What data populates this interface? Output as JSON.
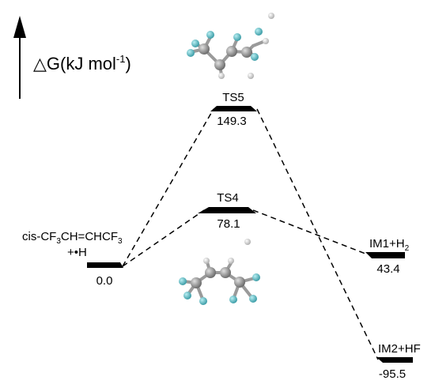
{
  "axis": {
    "label_delta": "△G(kJ mol",
    "label_sup": "-1",
    "label_close": ")"
  },
  "levels": [
    {
      "id": "reactant",
      "label_line1": "cis-CF",
      "label_line1_parts": [
        "cis-CF",
        "3",
        "CH=CHCF",
        "3"
      ],
      "label_line2": "+•H",
      "value": "0.0",
      "energy": 0.0
    },
    {
      "id": "ts5",
      "label": "TS5",
      "value": "149.3",
      "energy": 149.3
    },
    {
      "id": "ts4",
      "label": "TS4",
      "value": "78.1",
      "energy": 78.1
    },
    {
      "id": "im1",
      "label_parts": [
        "IM1+H",
        "2"
      ],
      "value": "43.4",
      "energy": 43.4
    },
    {
      "id": "im2",
      "label": "IM2+HF",
      "value": "-95.5",
      "energy": -95.5
    }
  ],
  "colors": {
    "carbon": "#8a8a8a",
    "fluorine": "#5fb8c2",
    "hydrogen": "#d8d8d8",
    "bond": "#9a9a9a"
  }
}
